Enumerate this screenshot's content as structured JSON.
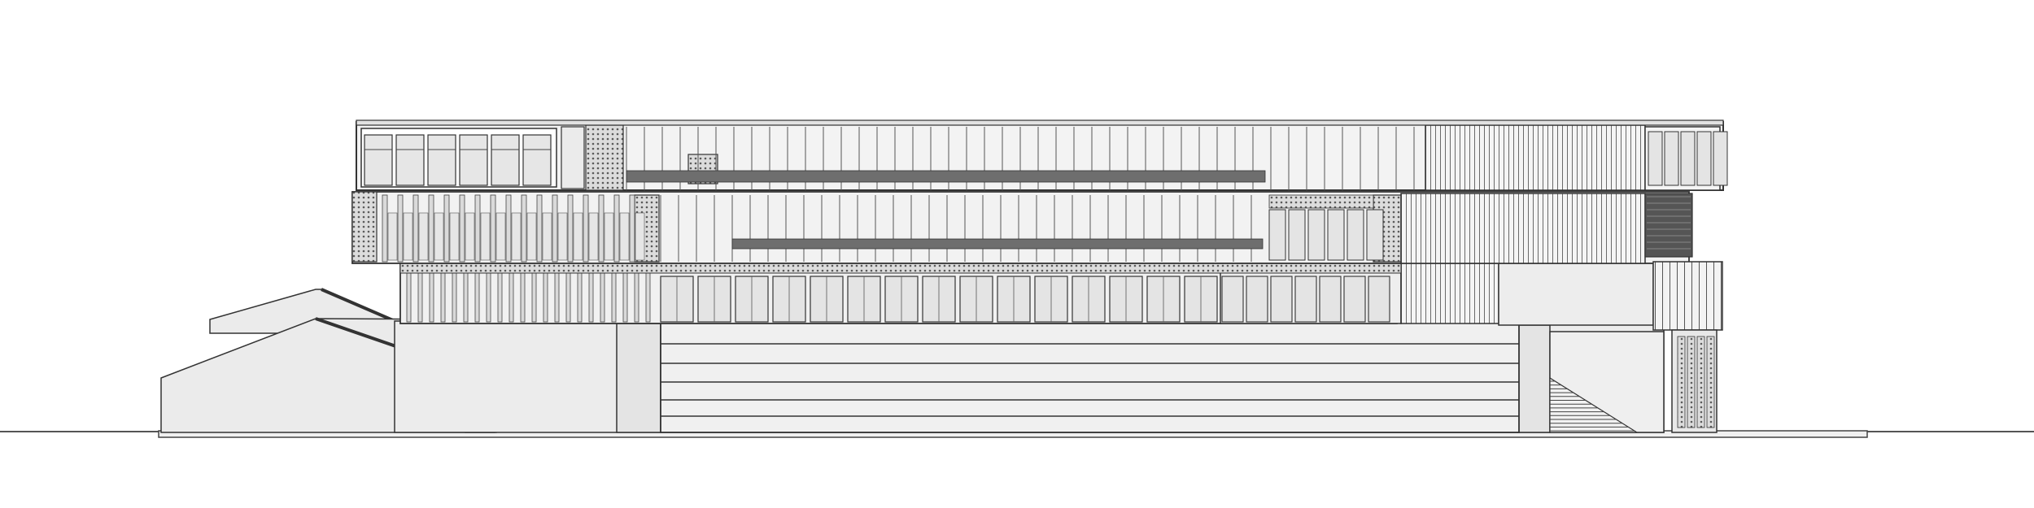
{
  "drawing": {
    "type": "architectural-elevation",
    "colors": {
      "background": "#ffffff",
      "line": "#2f2f2f",
      "wall": "#ececec",
      "light_panel": "#f4f4f4",
      "glass": "#e2e2e2",
      "dark_panel": "#6e6e6e",
      "brick": "#8a8a8a",
      "ground_line": "#555555"
    },
    "elements": [
      "ground-line",
      "pitched-roof-annex",
      "podium-wall",
      "horizontal-band-wall",
      "exterior-stair",
      "ground-floor-colonnade",
      "first-floor-facade",
      "second-floor-facade",
      "brick-panels",
      "right-tower"
    ]
  }
}
